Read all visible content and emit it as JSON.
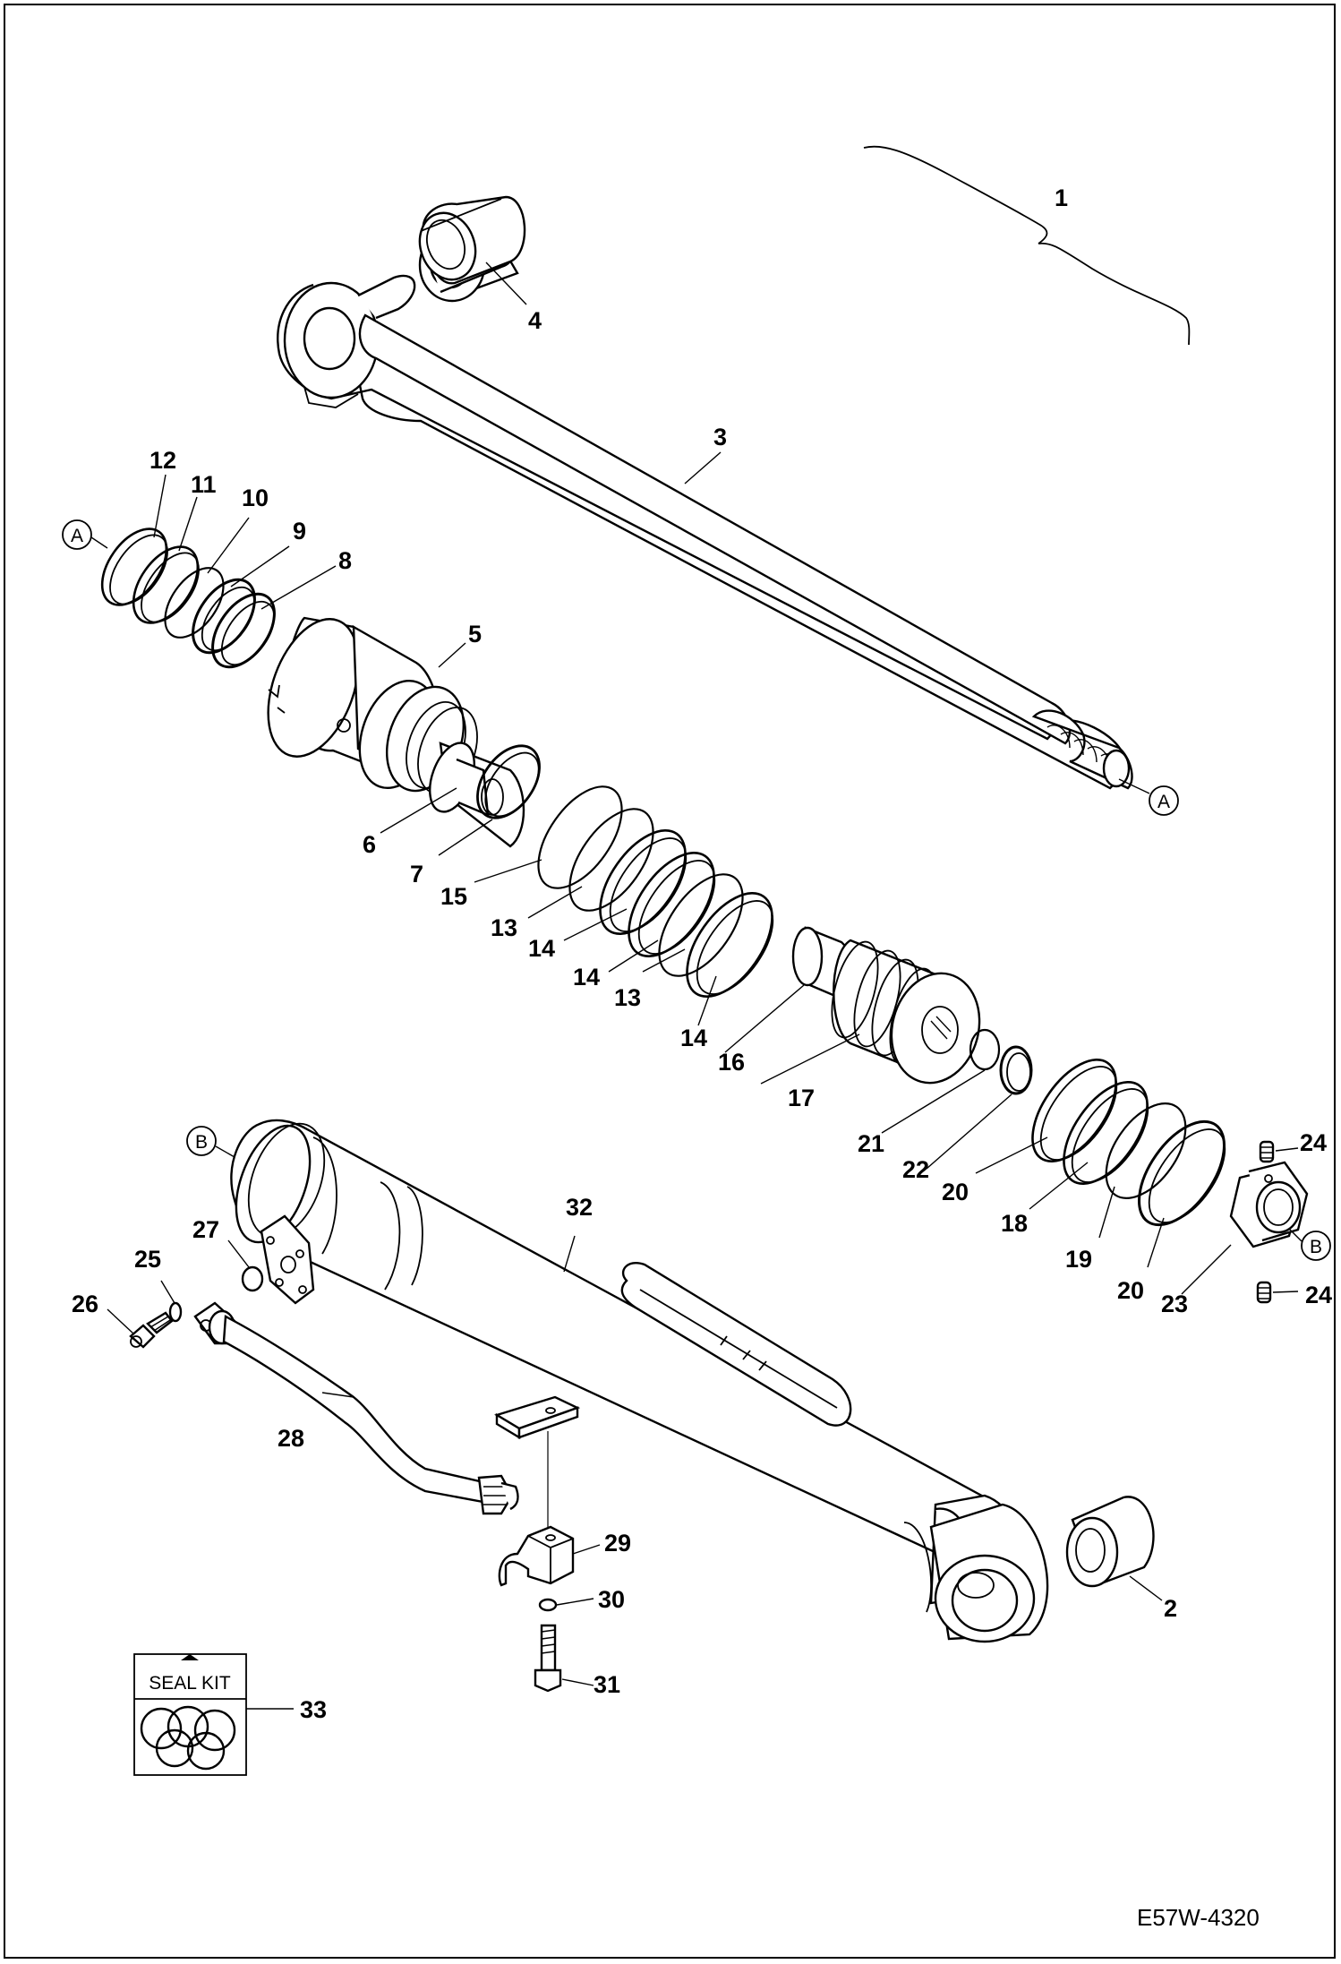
{
  "drawing_code": "E57W-4320",
  "seal_kit": {
    "label": "SEAL KIT",
    "ref": "33"
  },
  "refs": {
    "A": "A",
    "B": "B"
  },
  "callouts": [
    {
      "id": "c1",
      "text": "1"
    },
    {
      "id": "c2",
      "text": "2"
    },
    {
      "id": "c3",
      "text": "3"
    },
    {
      "id": "c4",
      "text": "4"
    },
    {
      "id": "c5",
      "text": "5"
    },
    {
      "id": "c6",
      "text": "6"
    },
    {
      "id": "c7",
      "text": "7"
    },
    {
      "id": "c8",
      "text": "8"
    },
    {
      "id": "c9",
      "text": "9"
    },
    {
      "id": "c10",
      "text": "10"
    },
    {
      "id": "c11",
      "text": "11"
    },
    {
      "id": "c12",
      "text": "12"
    },
    {
      "id": "c13a",
      "text": "13"
    },
    {
      "id": "c13b",
      "text": "13"
    },
    {
      "id": "c14a",
      "text": "14"
    },
    {
      "id": "c14b",
      "text": "14"
    },
    {
      "id": "c14c",
      "text": "14"
    },
    {
      "id": "c15",
      "text": "15"
    },
    {
      "id": "c16",
      "text": "16"
    },
    {
      "id": "c17",
      "text": "17"
    },
    {
      "id": "c18",
      "text": "18"
    },
    {
      "id": "c19",
      "text": "19"
    },
    {
      "id": "c20a",
      "text": "20"
    },
    {
      "id": "c20b",
      "text": "20"
    },
    {
      "id": "c21",
      "text": "21"
    },
    {
      "id": "c22",
      "text": "22"
    },
    {
      "id": "c23",
      "text": "23"
    },
    {
      "id": "c24a",
      "text": "24"
    },
    {
      "id": "c24b",
      "text": "24"
    },
    {
      "id": "c25",
      "text": "25"
    },
    {
      "id": "c26",
      "text": "26"
    },
    {
      "id": "c27",
      "text": "27"
    },
    {
      "id": "c28",
      "text": "28"
    },
    {
      "id": "c29",
      "text": "29"
    },
    {
      "id": "c30",
      "text": "30"
    },
    {
      "id": "c31",
      "text": "31"
    },
    {
      "id": "c32",
      "text": "32"
    }
  ]
}
